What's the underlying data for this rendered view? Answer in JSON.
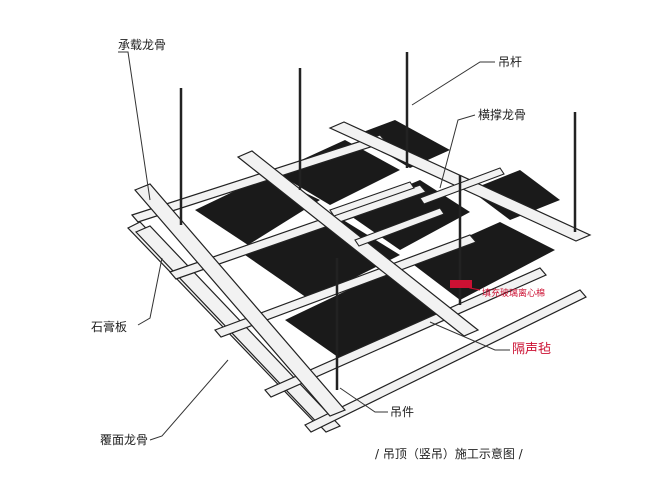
{
  "labels": {
    "main_runner": "承载龙骨",
    "hanger_rod": "吊杆",
    "cross_runner": "横撑龙骨",
    "glass_wool": "填充玻璃离心棉",
    "gypsum_board": "石膏板",
    "sound_felt": "隔声毡",
    "hanger_clip": "吊件",
    "cover_runner": "覆面龙骨"
  },
  "caption": "/ 吊顶（竖吊）施工示意图 /",
  "colors": {
    "ink": "#222222",
    "accent_red": "#cc1133",
    "panel_dark": "#1a1a1a",
    "frame": "#f2f2f2"
  }
}
